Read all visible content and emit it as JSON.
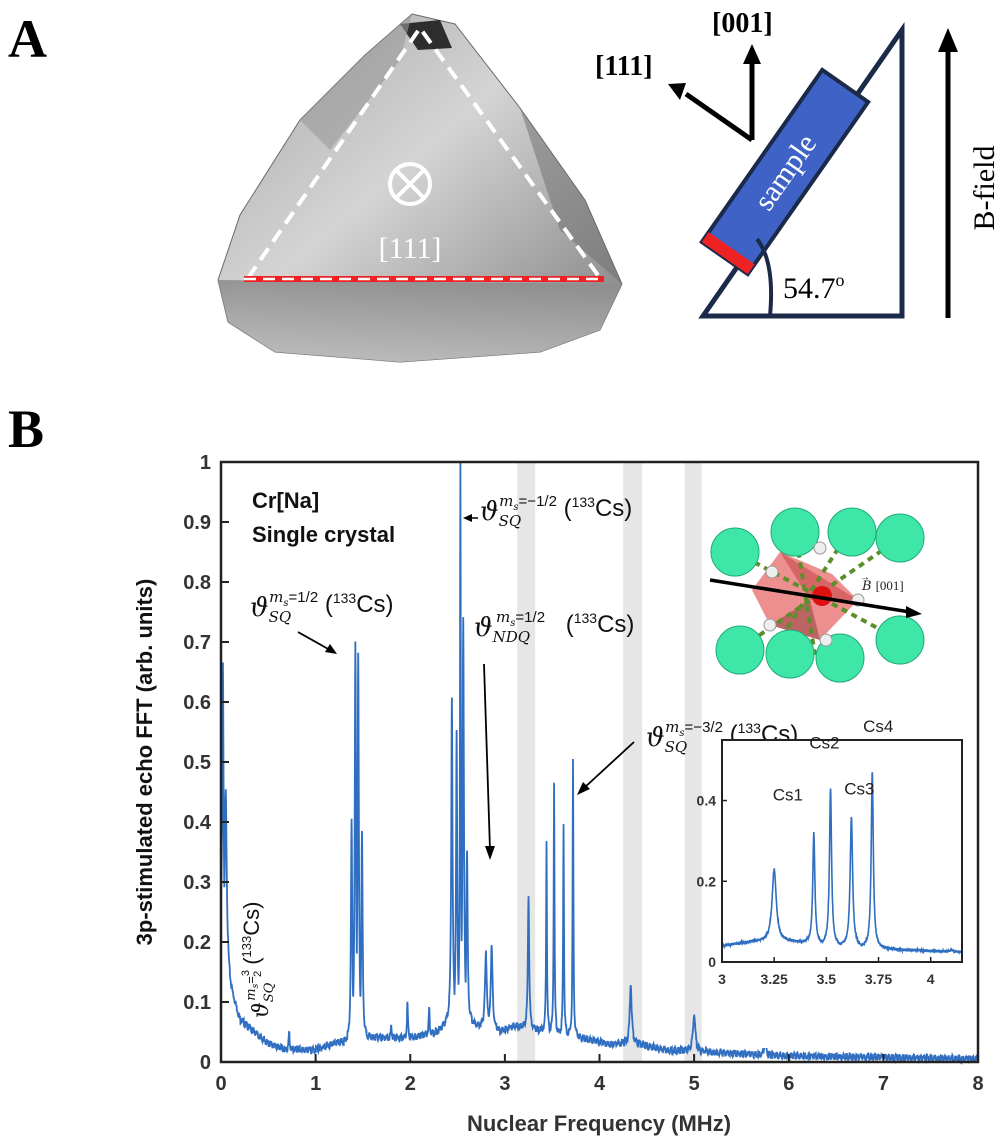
{
  "panel_a": {
    "letter": "A",
    "crystal_face_label": "[111]",
    "direction_111": "[111]",
    "direction_001": "[001]",
    "sample_label": "sample",
    "angle_label": "54.7",
    "angle_sup": "o",
    "field_label": "B-field",
    "colors": {
      "prism_stroke": "#1c2a4a",
      "sample_fill": "#3e62c6",
      "edge_red": "#ee2222"
    }
  },
  "panel_b": {
    "letter": "B",
    "sample_title_line1": "Cr[Na]",
    "sample_title_line2": "Single crystal",
    "annotations": {
      "sq_minus_half": {
        "sym": "ϑ",
        "sub": "SQ",
        "sup": "m",
        "sup_sub": "s",
        "sup_rest": "=−1/2",
        "iso": "133",
        "el": "Cs"
      },
      "sq_plus_half": {
        "sym": "ϑ",
        "sub": "SQ",
        "sup": "m",
        "sup_sub": "s",
        "sup_rest": "=1/2",
        "iso": "133",
        "el": "Cs"
      },
      "ndq_plus_half": {
        "sym": "ϑ",
        "sub": "NDQ",
        "sup": "m",
        "sup_sub": "s",
        "sup_rest": "=1/2",
        "iso": "133",
        "el": "Cs"
      },
      "sq_minus_three_half": {
        "sym": "ϑ",
        "sub": "SQ",
        "sup": "m",
        "sup_sub": "s",
        "sup_rest": "=−3/2",
        "iso": "133",
        "el": "Cs"
      },
      "sq_three_half": {
        "sym": "ϑ",
        "sub": "SQ",
        "sup": "m",
        "sup_sub": "s",
        "sup_rest": "=",
        "frac_num": "3",
        "frac_den": "2",
        "iso": "133",
        "el": "Cs"
      }
    },
    "structure_inset": {
      "vector_label": "B",
      "vector_dir": "[001]"
    },
    "colors": {
      "line": "#2f6ec0",
      "shade": "#e6e6e6",
      "atom": "#3ee6a8",
      "octahedron": "#e86a6a",
      "dash": "#5a8f2a"
    }
  },
  "chart_data": [
    {
      "type": "line",
      "title": "",
      "xlabel": "Nuclear Frequency (MHz)",
      "ylabel": "3p-stimulated echo FFT (arb. units)",
      "xlim": [
        0,
        8
      ],
      "ylim": [
        0,
        1
      ],
      "xticks": [
        0,
        1,
        2,
        3,
        4,
        5,
        6,
        7,
        8
      ],
      "yticks": [
        0,
        0.1,
        0.2,
        0.3,
        0.4,
        0.5,
        0.6,
        0.7,
        0.8,
        0.9,
        1
      ],
      "ytick_labels": [
        "0",
        "0.1",
        "0.2",
        "0.3",
        "0.4",
        "0.5",
        "0.6",
        "0.7",
        "0.8",
        "0.9",
        "1"
      ],
      "grid": false,
      "shaded_bands_mhz": [
        [
          3.13,
          3.32
        ],
        [
          4.25,
          4.45
        ],
        [
          4.9,
          5.08
        ]
      ],
      "baseline": [
        [
          0.02,
          0.2
        ],
        [
          0.1,
          0.12
        ],
        [
          0.2,
          0.07
        ],
        [
          0.5,
          0.03
        ],
        [
          0.7,
          0.02
        ],
        [
          1.0,
          0.02
        ],
        [
          1.2,
          0.03
        ],
        [
          1.6,
          0.04
        ],
        [
          2.0,
          0.04
        ],
        [
          2.3,
          0.05
        ],
        [
          2.5,
          0.08
        ],
        [
          2.7,
          0.06
        ],
        [
          2.95,
          0.05
        ],
        [
          3.1,
          0.06
        ],
        [
          3.45,
          0.05
        ],
        [
          3.8,
          0.04
        ],
        [
          4.1,
          0.03
        ],
        [
          4.4,
          0.03
        ],
        [
          4.7,
          0.02
        ],
        [
          5.3,
          0.015
        ],
        [
          6.0,
          0.01
        ],
        [
          7.0,
          0.008
        ],
        [
          8.0,
          0.005
        ]
      ],
      "peaks": [
        [
          0.02,
          0.67,
          0.008
        ],
        [
          0.05,
          0.45,
          0.012
        ],
        [
          0.72,
          0.05,
          0.006
        ],
        [
          1.38,
          0.4,
          0.008
        ],
        [
          1.42,
          0.7,
          0.008
        ],
        [
          1.45,
          0.68,
          0.008
        ],
        [
          1.49,
          0.38,
          0.008
        ],
        [
          1.8,
          0.06,
          0.006
        ],
        [
          1.97,
          0.1,
          0.006
        ],
        [
          2.2,
          0.09,
          0.006
        ],
        [
          2.44,
          0.61,
          0.008
        ],
        [
          2.49,
          0.55,
          0.007
        ],
        [
          2.53,
          1.0,
          0.005
        ],
        [
          2.56,
          0.74,
          0.008
        ],
        [
          2.6,
          0.35,
          0.008
        ],
        [
          2.8,
          0.18,
          0.012
        ],
        [
          2.86,
          0.19,
          0.012
        ],
        [
          3.25,
          0.28,
          0.008
        ],
        [
          3.44,
          0.37,
          0.005
        ],
        [
          3.52,
          0.47,
          0.005
        ],
        [
          3.62,
          0.4,
          0.005
        ],
        [
          3.72,
          0.5,
          0.005
        ],
        [
          4.33,
          0.13,
          0.012
        ],
        [
          5.0,
          0.08,
          0.015
        ],
        [
          5.75,
          0.04,
          0.01
        ]
      ]
    },
    {
      "type": "line",
      "title": "",
      "xlabel": "",
      "ylabel": "",
      "xlim": [
        3,
        4.15
      ],
      "ylim": [
        0,
        0.55
      ],
      "xticks": [
        3,
        3.25,
        3.5,
        3.75,
        4
      ],
      "xtick_labels": [
        "3",
        "3.25",
        "3.5",
        "3.75",
        "4"
      ],
      "yticks": [
        0,
        0.2,
        0.4
      ],
      "ytick_labels": [
        "0",
        "0.2",
        "0.4"
      ],
      "peak_labels": [
        {
          "text": "Cs1",
          "x": 3.44,
          "y": 0.37
        },
        {
          "text": "Cs2",
          "x": 3.52,
          "y": 0.47
        },
        {
          "text": "Cs3",
          "x": 3.62,
          "y": 0.4
        },
        {
          "text": "Cs4",
          "x": 3.72,
          "y": 0.5
        }
      ],
      "baseline": [
        [
          3.0,
          0.04
        ],
        [
          3.15,
          0.05
        ],
        [
          3.35,
          0.05
        ],
        [
          3.55,
          0.04
        ],
        [
          3.85,
          0.03
        ],
        [
          4.15,
          0.025
        ]
      ],
      "peaks": [
        [
          3.25,
          0.23,
          0.012
        ],
        [
          3.44,
          0.32,
          0.006
        ],
        [
          3.52,
          0.43,
          0.006
        ],
        [
          3.62,
          0.36,
          0.007
        ],
        [
          3.72,
          0.47,
          0.006
        ],
        [
          4.1,
          0.03,
          0.008
        ]
      ]
    }
  ]
}
